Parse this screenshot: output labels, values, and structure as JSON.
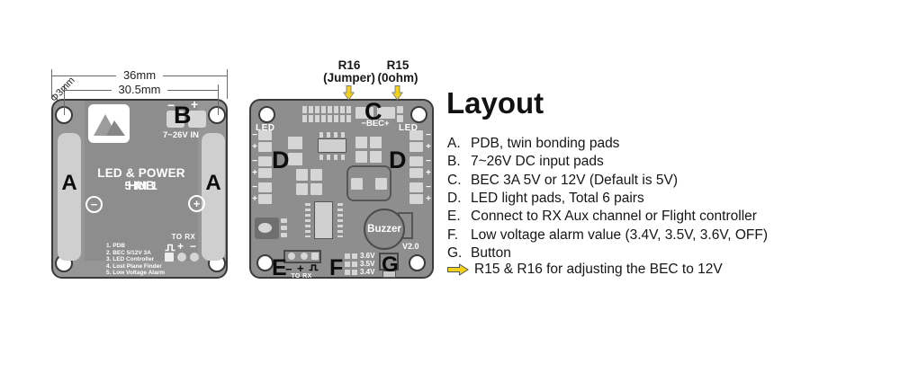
{
  "colors": {
    "board_gray": "#969696",
    "board_gray_dark": "#8e8e8e",
    "pad_gray": "#d6d6d6",
    "outline_dark": "#3a3a3a",
    "arrow_yellow": "#f2d11c",
    "text_white": "#ffffff",
    "text_black": "#151515"
  },
  "icons": {
    "brand_logo": "mountain-icon",
    "r16_pointer": "yellow-down-arrow-icon",
    "r15_pointer": "yellow-down-arrow-icon",
    "note_bullet": "yellow-right-arrow-icon",
    "rx_signal": "pwm-pulse-icon"
  },
  "left_board": {
    "dims": {
      "outer": "36mm",
      "inner": "30.5mm",
      "hole_diameter": "Φ3mm"
    },
    "power_in": {
      "minus": "−",
      "plus": "+",
      "letter": "B",
      "caption": "7~26V IN"
    },
    "pad_letter": "A",
    "title_line1": "LED & POWER HUB",
    "title_line2": "5 IN 1",
    "neg_glyph": "−",
    "pos_glyph": "+",
    "features": [
      "1. PDB",
      "2. BEC 5/12V 3A",
      "3. LED Controller",
      "4. Lost Plane Finder",
      "5. Low Voltage Alarm"
    ],
    "to_rx": {
      "label": "TO RX",
      "plus": "+",
      "minus": "−"
    }
  },
  "middle_board": {
    "r16": {
      "line1": "R16",
      "line2": "(Jumper)"
    },
    "r15": {
      "line1": "R15",
      "line2": "(0ohm)"
    },
    "led_label": "LED",
    "letter_c": "C",
    "bec": "−BEC+",
    "letter_d": "D",
    "pol": [
      "−",
      "+",
      "−",
      "+",
      "−",
      "+"
    ],
    "buzzer": "Buzzer",
    "version": "V2.0",
    "e": {
      "letter": "E",
      "minus": "−",
      "plus": "+",
      "to_rx": "TO RX"
    },
    "f": {
      "letter": "F",
      "voltages": [
        "3.6V",
        "3.5V",
        "3.4V"
      ]
    },
    "g": {
      "letter": "G"
    }
  },
  "legend": {
    "title": "Layout",
    "items": [
      {
        "key": "A.",
        "text": "PDB, twin bonding pads"
      },
      {
        "key": "B.",
        "text": "7~26V DC input pads"
      },
      {
        "key": "C.",
        "text": "BEC 3A 5V or 12V (Default is 5V)"
      },
      {
        "key": "D.",
        "text": "LED light pads, Total 6 pairs"
      },
      {
        "key": "E.",
        "text": "Connect to RX Aux channel or Flight controller"
      },
      {
        "key": "F.",
        "text": "Low voltage alarm value (3.4V, 3.5V, 3.6V, OFF)"
      },
      {
        "key": "G.",
        "text": "Button"
      }
    ],
    "arrow_note": "R15 & R16 for adjusting the BEC to 12V"
  }
}
